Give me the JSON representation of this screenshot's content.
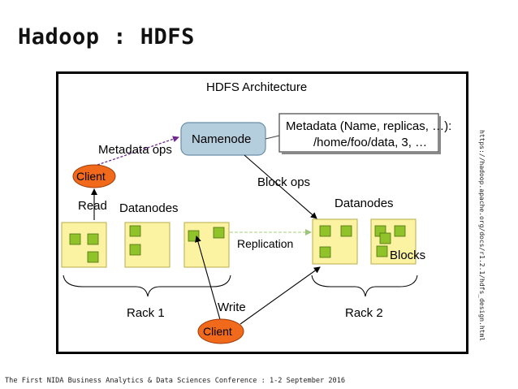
{
  "slide": {
    "title": "Hadoop : HDFS",
    "side_url": "https://hadoop.apache.org/docs/r1.2.1/hdfs_design.html",
    "footer": "The First NIDA Business Analytics & Data Sciences Conference : 1-2 September 2016"
  },
  "diagram": {
    "title": "HDFS Architecture",
    "namenode": "Namenode",
    "metadata_line1": "Metadata (Name, replicas, …):",
    "metadata_line2": "/home/foo/data, 3, …",
    "metadata_ops": "Metadata ops",
    "block_ops": "Block ops",
    "client_top": "Client",
    "client_bottom": "Client",
    "read": "Read",
    "write": "Write",
    "datanodes_left": "Datanodes",
    "datanodes_right": "Datanodes",
    "replication": "Replication",
    "blocks": "Blocks",
    "rack1": "Rack 1",
    "rack2": "Rack 2",
    "colors": {
      "namenode_fill": "#b5cede",
      "client_fill": "#f16a1c",
      "datanode_fill": "#fbf3a1",
      "block_fill": "#90c22a",
      "metadata_arrow": "#6e2a8e",
      "replication_arrow": "#b8d994"
    }
  }
}
